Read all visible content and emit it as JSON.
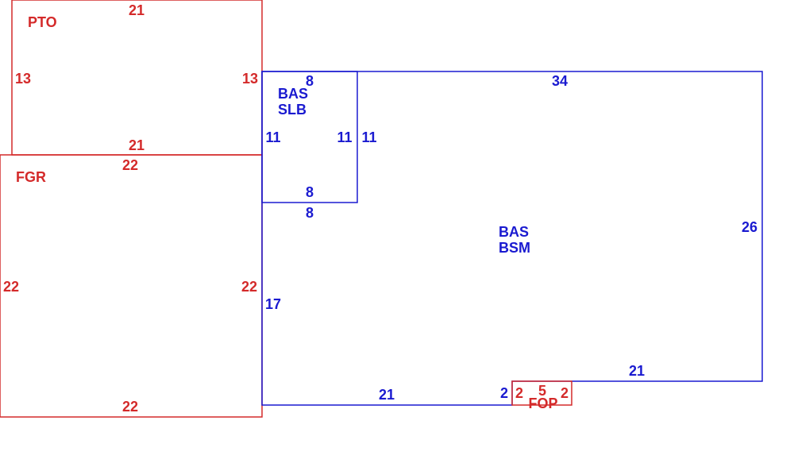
{
  "colors": {
    "red": "#d42a2a",
    "blue": "#1a1ad0",
    "background": "#ffffff"
  },
  "areas": {
    "pto": {
      "label": "PTO",
      "dims": {
        "top": "21",
        "bottom": "21",
        "left": "13",
        "right": "13"
      }
    },
    "fgr": {
      "label": "FGR",
      "dims": {
        "top": "22",
        "bottom": "22",
        "left": "22",
        "right": "22"
      }
    },
    "bas_slb": {
      "label_line1": "BAS",
      "label_line2": "SLB",
      "dims": {
        "top": "8",
        "bottom_inner": "8",
        "left": "11",
        "right_inner": "11"
      }
    },
    "bas_bsm": {
      "label_line1": "BAS",
      "label_line2": "BSM",
      "dims": {
        "top": "34",
        "right": "26",
        "right_bottom": "21",
        "bottom": "21",
        "left": "17",
        "top_left": "8",
        "step_left": "11",
        "notch_left": "2"
      }
    },
    "fop": {
      "label": "FOP",
      "dims": {
        "left": "2",
        "top": "5",
        "right": "2"
      }
    }
  }
}
